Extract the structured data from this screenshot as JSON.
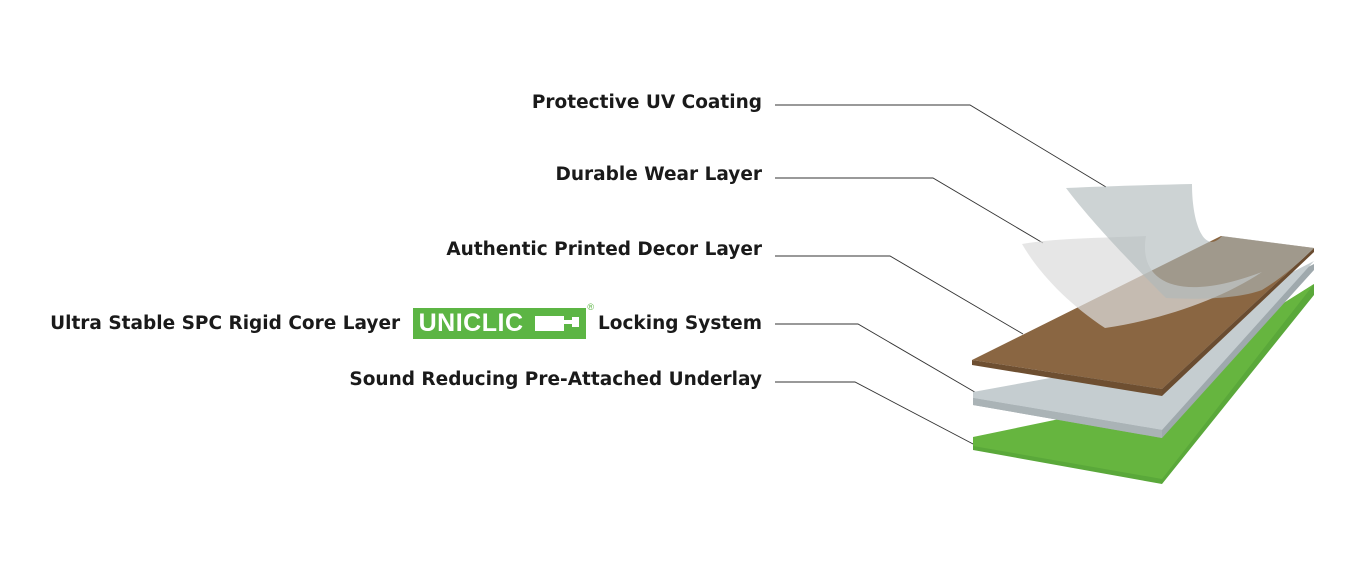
{
  "labels": {
    "uv_coating": "Protective UV Coating",
    "wear_layer": "Durable Wear Layer",
    "decor_layer": "Authentic Printed Decor Layer",
    "core_layer": "Ultra Stable SPC Rigid Core Layer",
    "locking_system": "Locking System",
    "underlay": "Sound Reducing Pre-Attached Underlay"
  },
  "brand": {
    "name": "UNICLIC",
    "registered_mark": "®",
    "color": "#5cb544",
    "icon": "click-lock-icon"
  },
  "layer_colors": {
    "uv_coating": "#c4cbcc",
    "wear_layer": "#dcdcdc",
    "decor_layer": "#8a6642",
    "core_layer": "#c5cdd0",
    "underlay": "#66b53f"
  }
}
